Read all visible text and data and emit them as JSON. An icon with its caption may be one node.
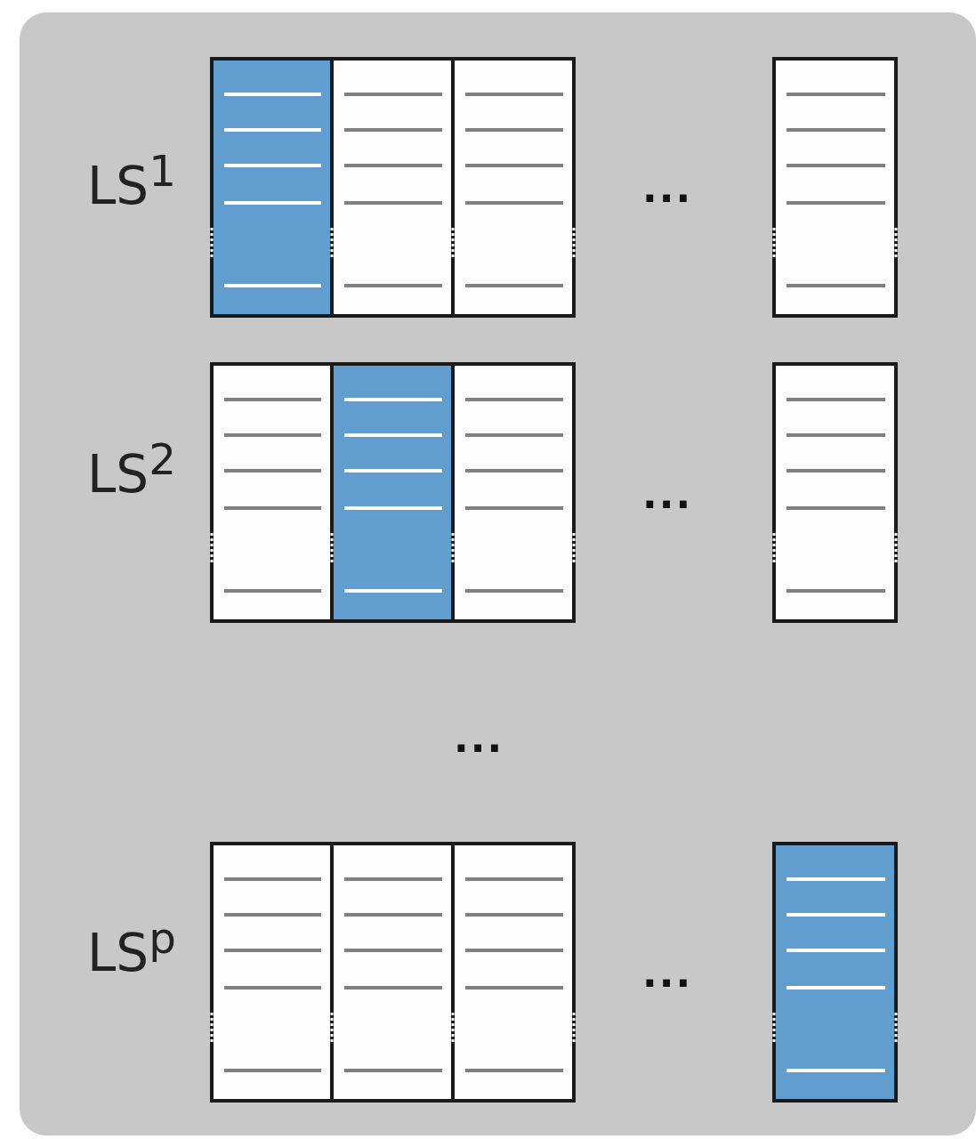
{
  "diagram": {
    "labels": [
      "LS$^{1}$",
      "...",
      "LS$^{2}$",
      "...",
      "...",
      "LS$^{p}$",
      "..."
    ]
  }
}
